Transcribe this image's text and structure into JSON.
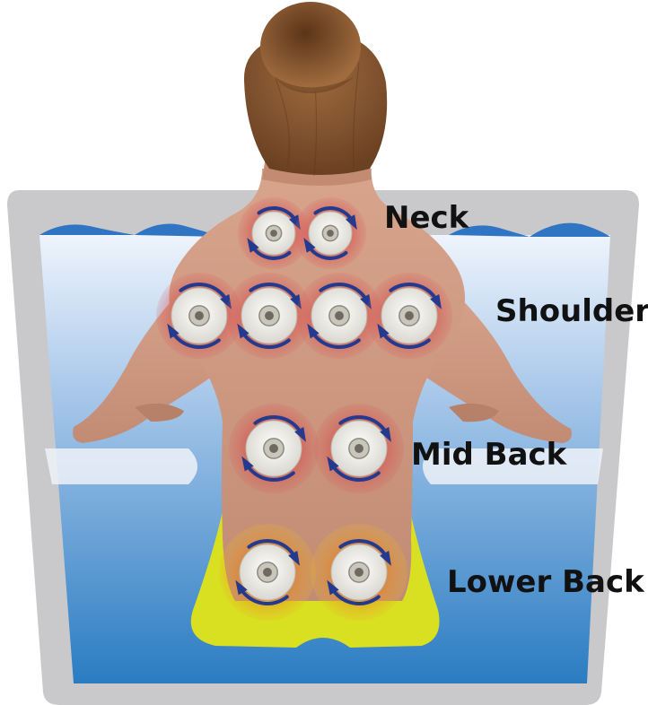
{
  "labels": {
    "neck": "Neck",
    "shoulder": "Shoulder",
    "mid_back": "Mid Back",
    "lower_back": "Lower Back"
  },
  "colors": {
    "tub_frame": "#c9c9cb",
    "water_top": "#e6f0fb",
    "water_bottom": "#2a7cc2",
    "skin": "#c9957f",
    "hair": "#8a5a33",
    "seat": "#d9e021",
    "jet_glow": "#d83a3a",
    "arrow": "#243a8f",
    "label_text": "#111111"
  },
  "jet_zones": [
    {
      "zone": "neck",
      "jets": 2
    },
    {
      "zone": "shoulder",
      "jets": 4
    },
    {
      "zone": "mid_back",
      "jets": 2
    },
    {
      "zone": "lower_back",
      "jets": 2
    }
  ]
}
